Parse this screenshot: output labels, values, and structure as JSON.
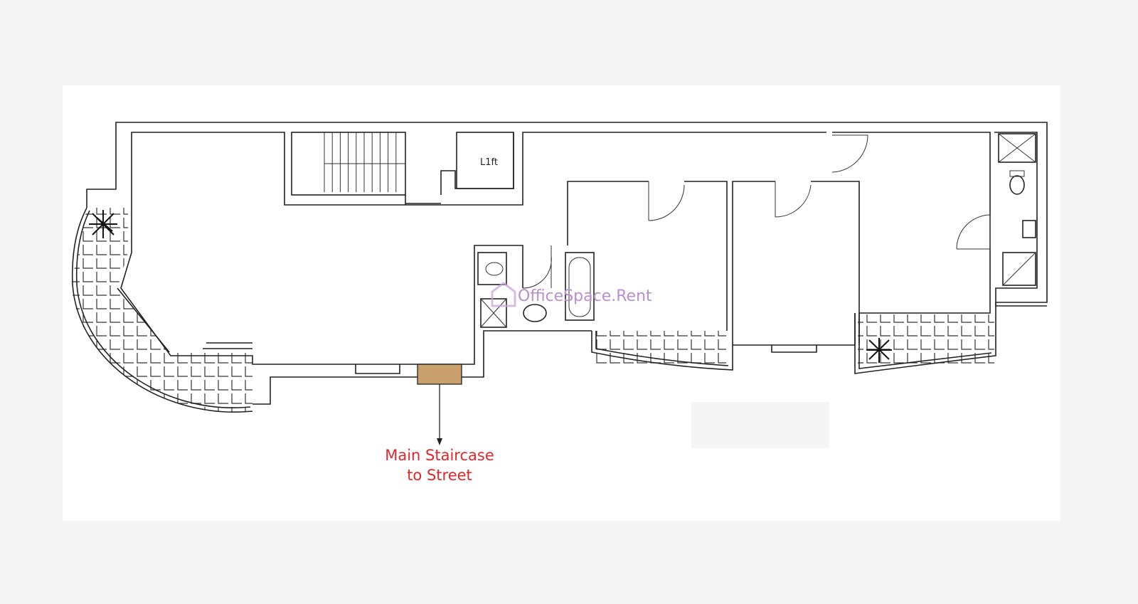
{
  "plan": {
    "lift_label": "L1ft",
    "staircase_label_line1": "Main Staircase",
    "staircase_label_line2": "to Street",
    "watermark": "OfficeSpace.Rent",
    "colors": {
      "staircase_marker": "#c9a06c",
      "annotation": "#e3262a",
      "background": "#f5f5f5"
    }
  }
}
